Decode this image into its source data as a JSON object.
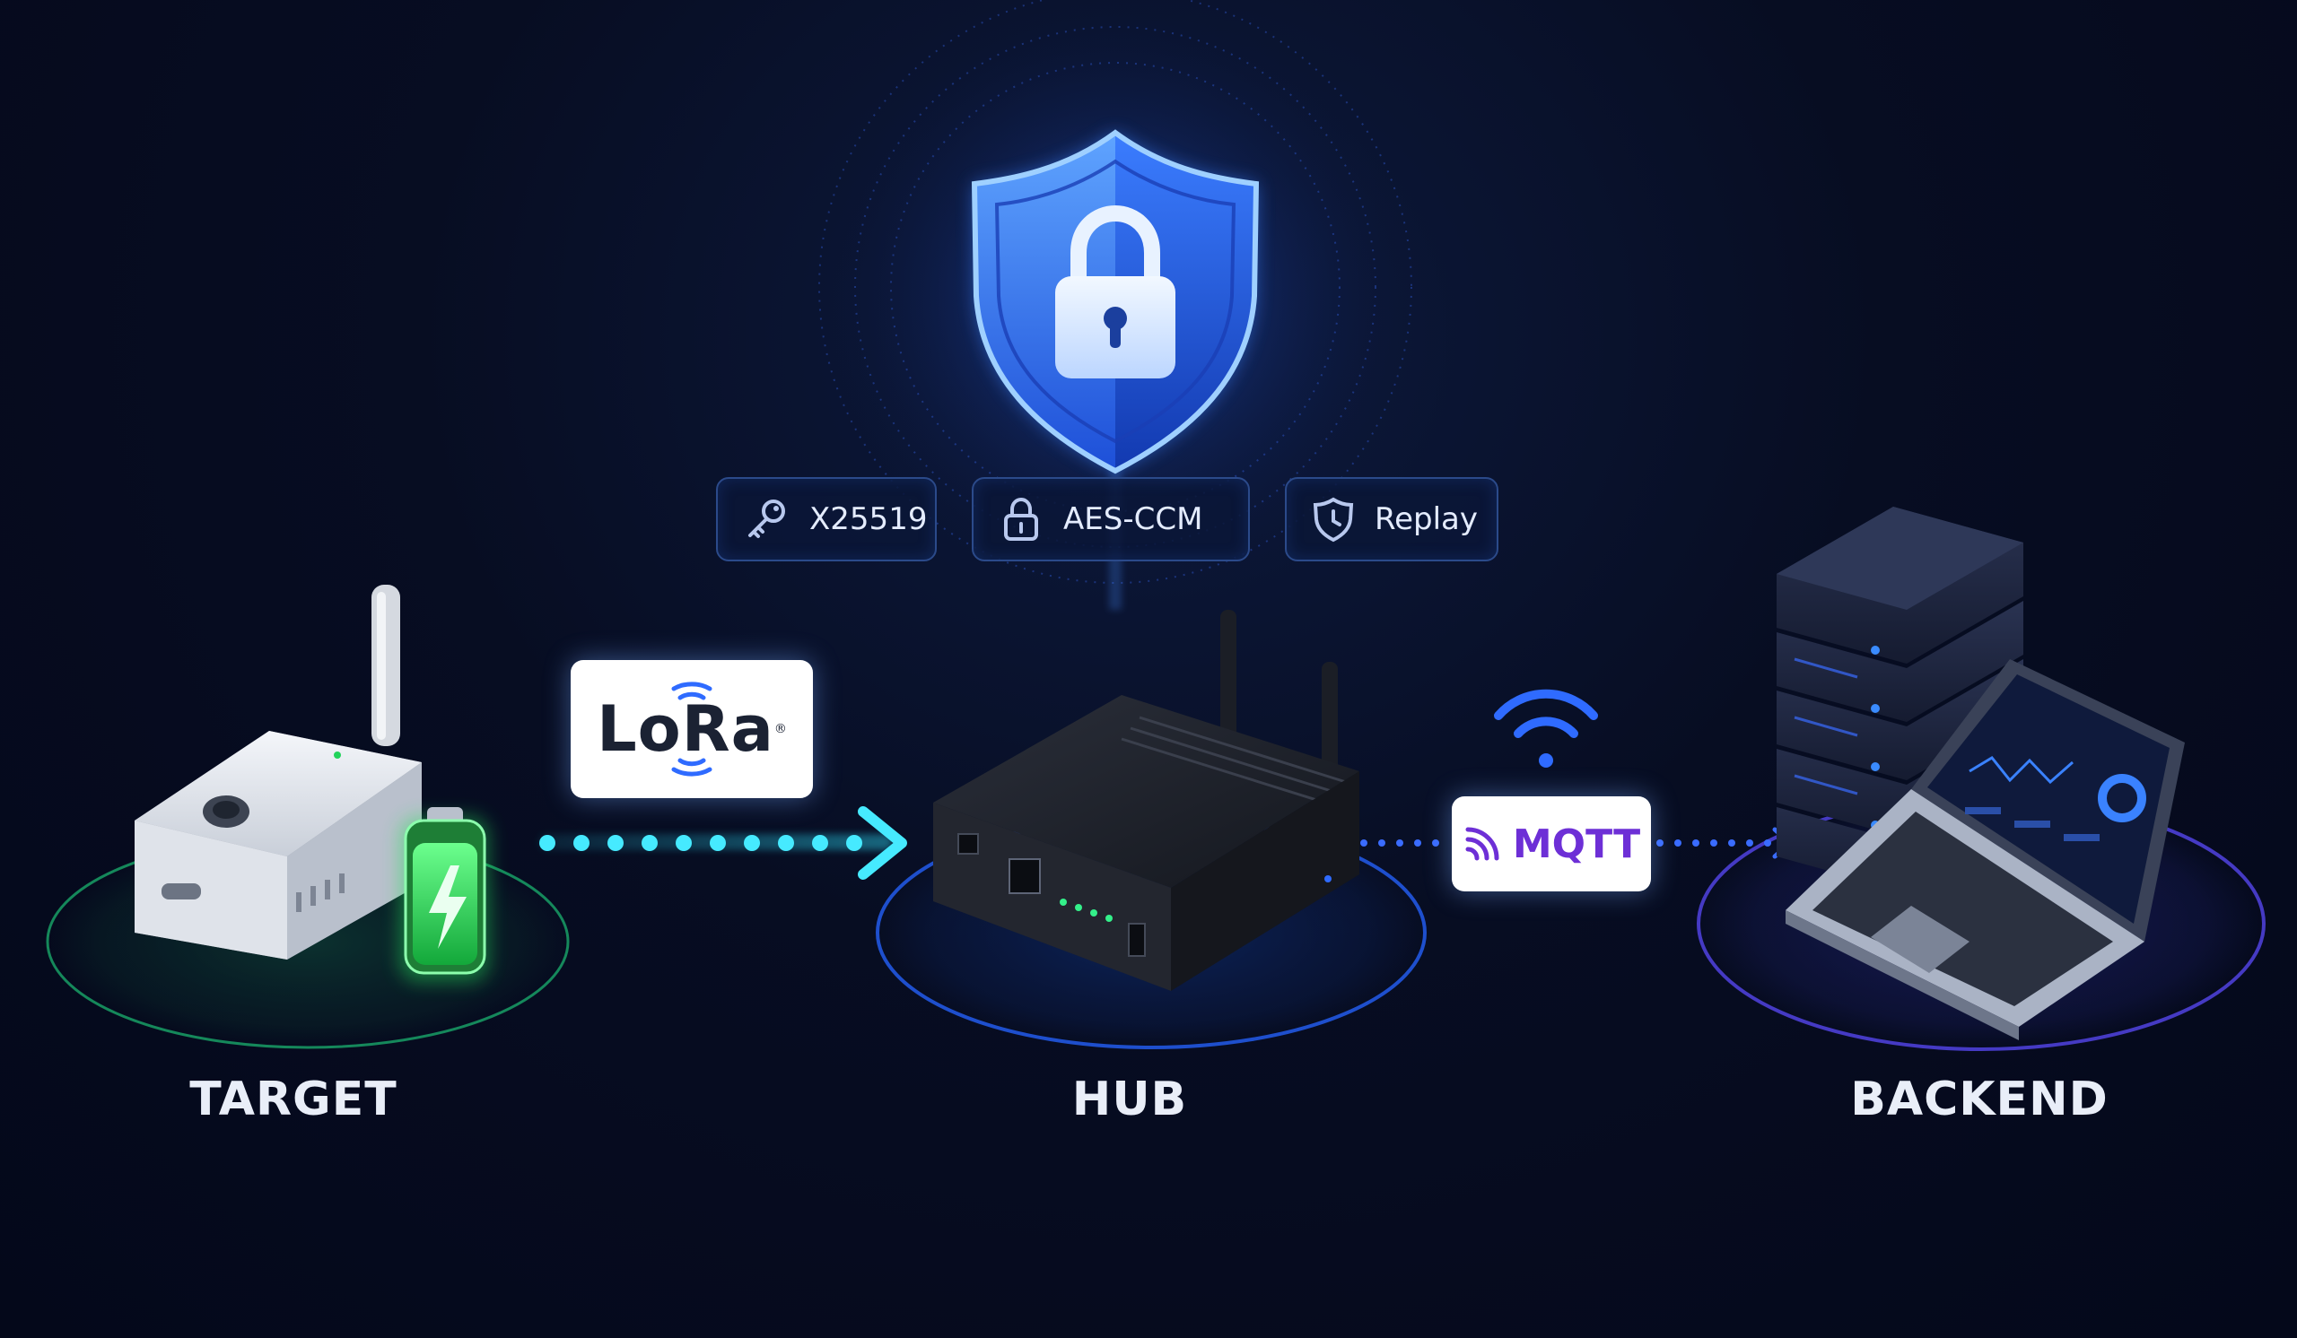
{
  "security": {
    "shield_icon": "shield-lock-icon",
    "features": [
      {
        "label": "X25519",
        "icon": "key-icon"
      },
      {
        "label": "AES-CCM",
        "icon": "lock-icon"
      },
      {
        "label": "Replay",
        "icon": "shield-clock-icon"
      }
    ]
  },
  "links": {
    "lora": {
      "label": "LoRa",
      "mark": "®"
    },
    "mqtt": {
      "label": "MQTT",
      "icon": "signal-waves-icon"
    }
  },
  "nodes": {
    "target": {
      "label": "TARGET"
    },
    "hub": {
      "label": "HUB"
    },
    "backend": {
      "label": "BACKEND"
    }
  },
  "colors": {
    "shield": "#3b82ff",
    "lora_beam": "#2ee6ff",
    "mqtt_link": "#3a6cff",
    "battery": "#27e05a",
    "target_ring": "#19a86a",
    "hub_ring": "#2156e0",
    "backend_ring": "#4d3fd6"
  }
}
